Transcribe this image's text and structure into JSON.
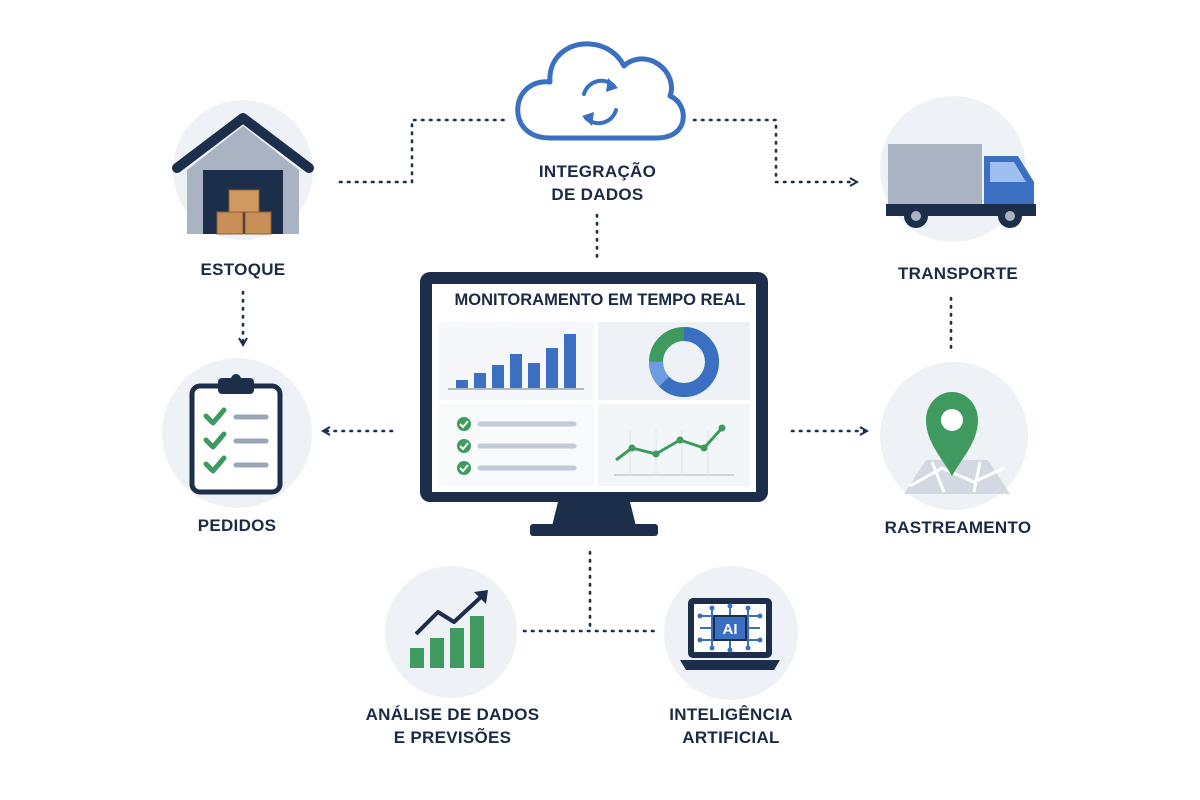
{
  "colors": {
    "navy": "#1c2e4a",
    "blue": "#3a6fc2",
    "blue_light": "#6f9be0",
    "green": "#3f9a5f",
    "circle_bg": "#eef2f7",
    "tan": "#c98f58"
  },
  "hub": {
    "title": "MONITORAMENTO EM TEMPO REAL",
    "icon": "monitor-dashboard-icon"
  },
  "nodes": {
    "cloud": {
      "line1": "INTEGRAÇÃO",
      "line2": "DE DADOS",
      "icon": "cloud-sync-icon"
    },
    "estoque": {
      "label": "ESTOQUE",
      "icon": "warehouse-icon"
    },
    "transporte": {
      "label": "TRANSPORTE",
      "icon": "truck-icon"
    },
    "pedidos": {
      "label": "PEDIDOS",
      "icon": "clipboard-checklist-icon"
    },
    "rastreamento": {
      "label": "RASTREAMENTO",
      "icon": "map-pin-icon"
    },
    "analise": {
      "line1": "ANÁLISE DE DADOS",
      "line2": "E PREVISÕES",
      "icon": "growth-chart-icon"
    },
    "ia": {
      "line1": "INTELIGÊNCIA",
      "line2": "ARTIFICIAL",
      "icon": "ai-laptop-icon"
    }
  },
  "ai_badge": "AI"
}
